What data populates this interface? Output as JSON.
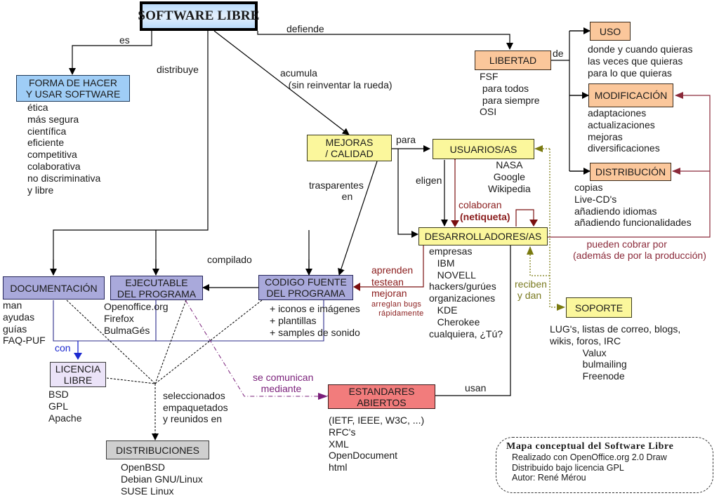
{
  "title": "SOFTWARE LIBRE",
  "nodes": {
    "forma": {
      "line1": "FORMA DE HACER",
      "line2": "Y USAR SOFTWARE"
    },
    "libertad": "LIBERTAD",
    "uso": "USO",
    "modificacion": "MODIFICACIÓN",
    "distribucion": "DISTRIBUCIÓN",
    "mejoras": {
      "line1": "MEJORAS",
      "line2": "/ CALIDAD"
    },
    "usuarios": "USUARIOS/AS",
    "desarrolladores": "DESARROLLADORES/AS",
    "soporte": "SOPORTE",
    "documentacion": "DOCUMENTACIÓN",
    "ejecutable": {
      "line1": "EJECUTABLE",
      "line2": "DEL PROGRAMA"
    },
    "codigo": {
      "line1": "CODIGO FUENTE",
      "line2": "DEL PROGRAMA"
    },
    "licencia": {
      "line1": "LICENCIA",
      "line2": "LIBRE"
    },
    "distribuciones": "DISTRIBUCIONES",
    "estandares": {
      "line1": "ESTANDARES",
      "line2": "ABIERTOS"
    }
  },
  "links": {
    "es": "es",
    "defiende": "defiende",
    "distribuye": "distribuye",
    "acumula": "acumula\n   (sin reinventar la rueda)",
    "de": "de",
    "para": "para",
    "eligen": "eligen",
    "trasparentes": "trasparentes\n            en",
    "colaboran": "colaboran",
    "netiqueta": "(netiqueta)",
    "pueden_cobrar": "     pueden cobrar por\n(además de por la producción)",
    "compilado": "compilado",
    "aprenden": "aprenden\ntestean\nmejoran",
    "arreglan": "arreglan bugs\n   rápidamente",
    "reciben": "reciben\n y dan",
    "con": "con",
    "se_comunican": "se comunican\n   mediante",
    "seleccionados": "seleccionados\nempaquetados\ny reunidos en",
    "usan": "usan"
  },
  "details": {
    "forma": [
      "ética",
      "más segura",
      "científica",
      "eficiente",
      "competitiva",
      "colaborativa",
      "no discriminativa",
      "y libre"
    ],
    "libertad": [
      "FSF",
      " para todos",
      " para siempre",
      "OSI"
    ],
    "uso": [
      "donde y cuando quieras",
      "las veces que quieras",
      "para lo que quieras"
    ],
    "modificacion": [
      "adaptaciones",
      "actualizaciones",
      "mejoras",
      "diversificaciones"
    ],
    "distribucion": [
      "copias",
      "Live-CD's",
      "añadiendo idiomas",
      "añadiendo funcionalidades"
    ],
    "usuarios": [
      "NASA",
      "Google",
      "Wikipedia"
    ],
    "desarrolladores": [
      "empresas",
      "   IBM",
      "   NOVELL",
      "hackers/gurúes",
      "organizaciones",
      "   KDE",
      "   Cherokee",
      "cualquiera, ¿Tú?"
    ],
    "soporte": [
      "LUG's, listas de correo, blogs,",
      "wikis, foros, IRC",
      "            Valux",
      "            bulmailing",
      "            Freenode"
    ],
    "documentacion": [
      "man",
      "ayudas",
      "guías",
      "FAQ-PUF"
    ],
    "ejecutable": [
      "Openoffice.org",
      "Firefox",
      "BulmaGés"
    ],
    "codigo": [
      "+ iconos e imágenes",
      "+ plantillas",
      "+ samples de sonido"
    ],
    "licencia": [
      "BSD",
      "GPL",
      "Apache"
    ],
    "distribuciones": [
      "OpenBSD",
      "Debian GNU/Linux",
      "SUSE Linux"
    ],
    "estandares": [
      "(IETF, IEEE, W3C, ...)",
      "RFC's",
      "XML",
      "OpenDocument",
      "html"
    ]
  },
  "legend": {
    "title": "Mapa conceptual del Software Libre",
    "lines": [
      "Realizado con OpenOffice.org 2.0 Draw",
      "Distribuido bajo licencia GPL",
      "Autor: René Mérou"
    ]
  },
  "colors": {
    "black_link": "#000000",
    "maroon_link": "#8b2a3a",
    "darkred_link": "#8a1c1c",
    "olive_link": "#7a7a20",
    "blue_link": "#1d2ad0",
    "purple_link": "#7a1f7a",
    "navy_line": "#2b2b8a"
  }
}
